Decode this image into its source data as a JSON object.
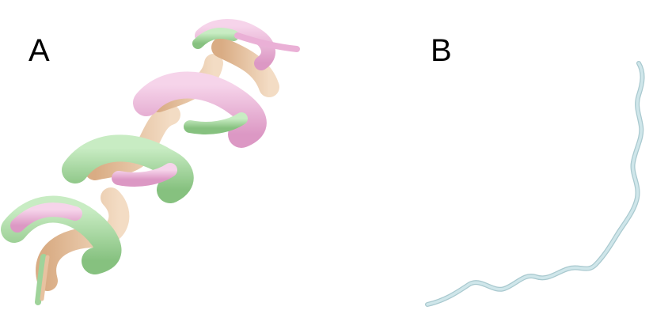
{
  "panels": [
    {
      "label": "A",
      "structure": "alpha-helix-overlay",
      "colors": {
        "green": "#9fd39a",
        "pink": "#eab0d6",
        "tan": "#e7c2a0"
      }
    },
    {
      "label": "B",
      "structure": "random-coil",
      "colors": {
        "coil": "#cfe6ea",
        "coil_edge": "#a9c9cf"
      }
    }
  ]
}
